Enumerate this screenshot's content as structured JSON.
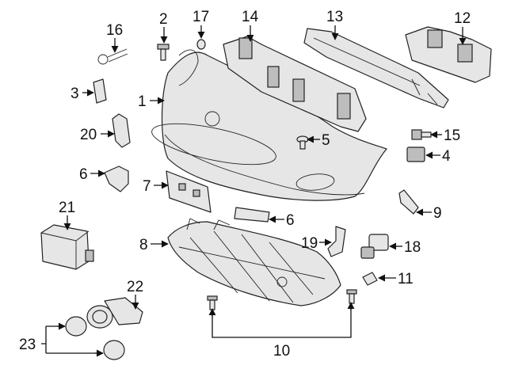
{
  "callouts": {
    "c1": "1",
    "c2": "2",
    "c3": "3",
    "c4": "4",
    "c5": "5",
    "c6a": "6",
    "c6b": "6",
    "c7": "7",
    "c8": "8",
    "c9": "9",
    "c10": "10",
    "c11": "11",
    "c12": "12",
    "c13": "13",
    "c14": "14",
    "c15": "15",
    "c16": "16",
    "c17": "17",
    "c18": "18",
    "c19": "19",
    "c20": "20",
    "c21": "21",
    "c22": "22",
    "c23": "23"
  }
}
